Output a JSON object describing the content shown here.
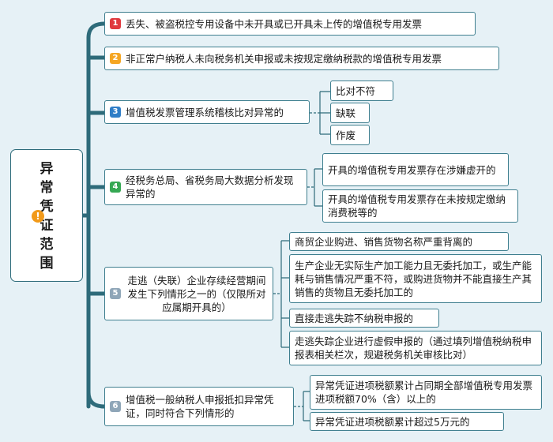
{
  "root": {
    "title": "异常凭证范围"
  },
  "items": [
    {
      "num": "1",
      "color": "#e0393e",
      "label": "丢失、被盗税控专用设备中未开具或已开具未上传的增值税专用发票",
      "children": []
    },
    {
      "num": "2",
      "color": "#f5a623",
      "label": "非正常户纳税人未向税务机关申报或未按规定缴纳税款的增值税专用发票",
      "children": []
    },
    {
      "num": "3",
      "color": "#2f7ec7",
      "label": "增值税发票管理系统稽核比对异常的",
      "children": [
        "比对不符",
        "缺联",
        "作废"
      ]
    },
    {
      "num": "4",
      "color": "#35a853",
      "label": "经税务总局、省税务局大数据分析发现异常的",
      "children": [
        "开具的增值税专用发票存在涉嫌虚开的",
        "开具的增值税专用发票存在未按规定缴纳消费税等的"
      ]
    },
    {
      "num": "5",
      "color": "#8fa6b8",
      "label": "走逃（失联）企业存续经营期间发生下列情形之一的（仅限所对应属期开具的）",
      "children": [
        "商贸企业购进、销售货物名称严重背离的",
        "生产企业无实际生产加工能力且无委托加工，或生产能耗与销售情况严重不符，或购进货物并不能直接生产其销售的货物且无委托加工的",
        "直接走逃失踪不纳税申报的",
        "走逃失踪企业进行虚假申报的（通过填列增值税纳税申报表相关栏次，规避税务机关审核比对）"
      ]
    },
    {
      "num": "6",
      "color": "#8fa6b8",
      "label": "增值税一般纳税人申报抵扣异常凭证，同时符合下列情形的",
      "children": [
        "异常凭证进项税额累计占同期全部增值税专用发票进项税额70%（含）以上的",
        "异常凭证进项税额累计超过5万元的"
      ]
    }
  ],
  "colors": {
    "trunk": "#2e6b7a",
    "border": "#3f7f8f",
    "background": "#e6f1f6"
  }
}
